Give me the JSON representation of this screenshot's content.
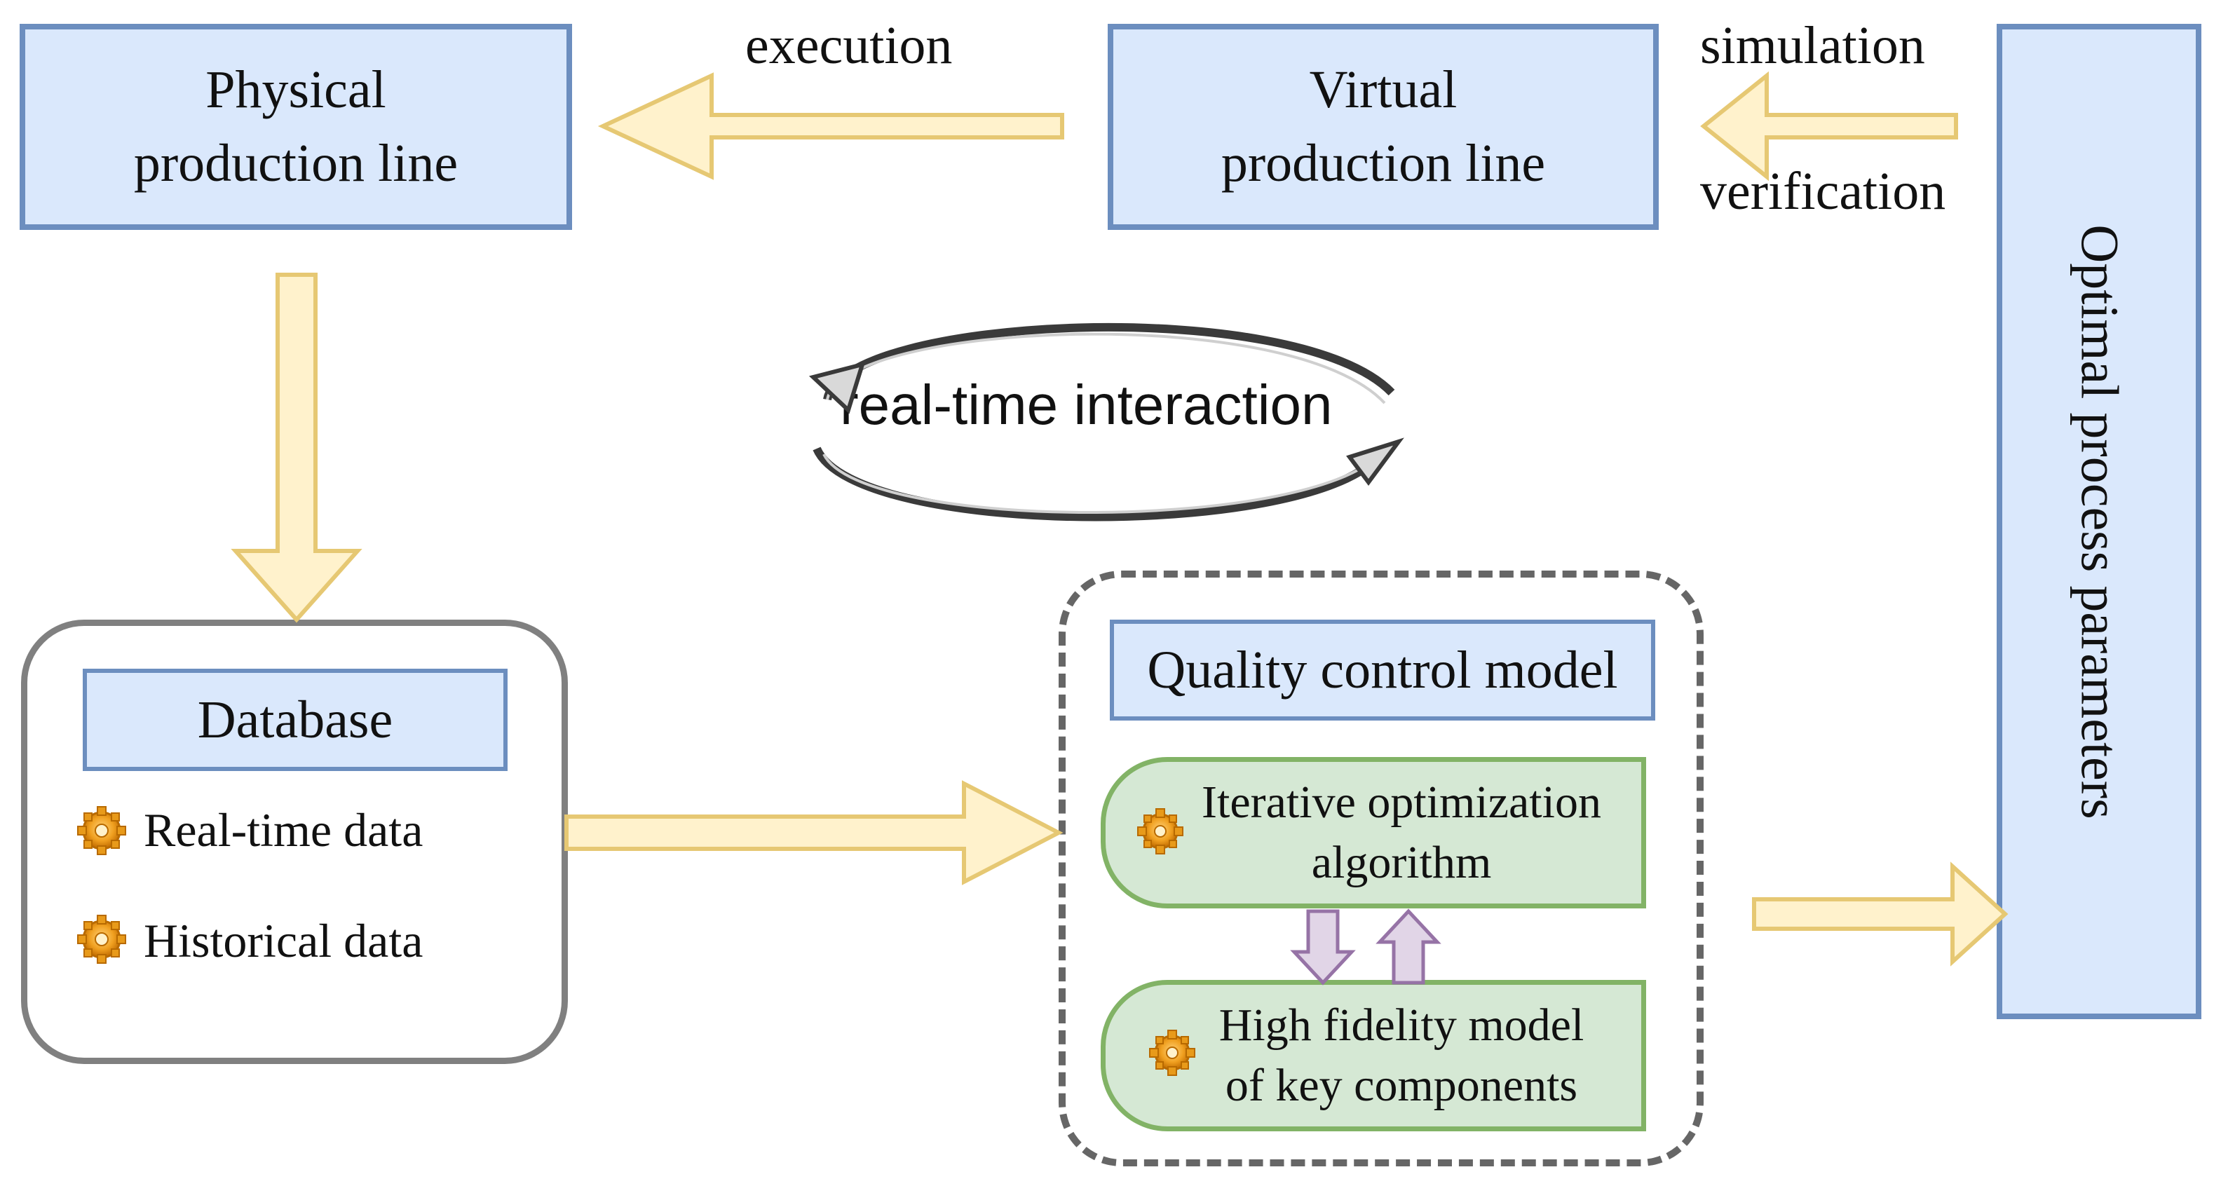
{
  "physical_line": {
    "line1": "Physical",
    "line2": "production line"
  },
  "virtual_line": {
    "line1": "Virtual",
    "line2": "production line"
  },
  "optimal_params": "Optimal process parameters",
  "labels": {
    "execution": "execution",
    "simulation": "simulation",
    "verification": "verification",
    "real_time_interaction": "real-time interaction"
  },
  "database": {
    "title": "Database",
    "items": [
      "Real-time data",
      "Historical data"
    ]
  },
  "quality_model": {
    "title": "Quality control model",
    "algorithm": {
      "line1": "Iterative optimization",
      "line2": "algorithm"
    },
    "fidelity": {
      "line1": "High fidelity model",
      "line2": "of key components"
    }
  },
  "colors": {
    "blue_fill": "#dae8fc",
    "blue_stroke": "#6c8ebf",
    "arrow_fill": "#fff2cc",
    "arrow_stroke": "#e6c873",
    "green_fill": "#d5e8d4",
    "green_stroke": "#82b366",
    "purple_fill": "#e1d5e7",
    "purple_stroke": "#9673a6"
  },
  "icons": [
    "gear-icon"
  ]
}
